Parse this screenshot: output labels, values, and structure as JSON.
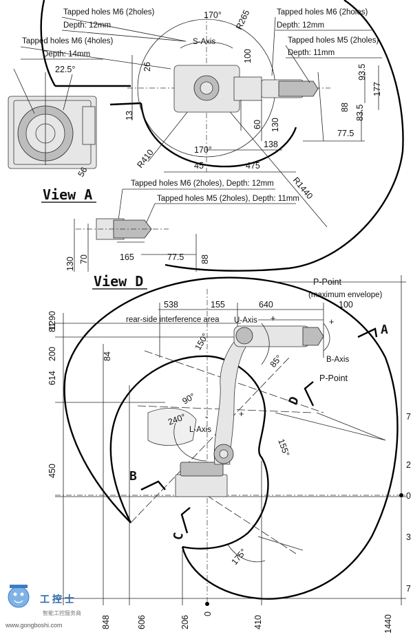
{
  "top_view": {
    "notes": {
      "tapped_m6_left": "Tapped holes M6 (2holes)",
      "depth_12_left": "Depth: 12mm",
      "tapped_m6_4": "Tapped holes M6 (4holes)",
      "depth_14": "Depth: 14mm",
      "tapped_m6_right": "Tapped holes M6 (2holes)",
      "depth_12_right": "Depth: 12mm",
      "tapped_m5_right": "Tapped holes M5 (2holes)",
      "depth_11_right": "Depth: 11mm",
      "s_axis": "S-Axis"
    },
    "dims": {
      "ang_170_top": "170°",
      "r265": "R265",
      "d100": "100",
      "ang_22_5": "22.5°",
      "d26": "26",
      "d13": "13",
      "d93_5": "93.5",
      "d177": "177",
      "d88": "88",
      "d83_5": "83.5",
      "d60": "60",
      "d130": "130",
      "d77_5": "77.5",
      "d138": "138",
      "r410": "R410",
      "ang_170_bottom": "170°",
      "d45": "45",
      "d475": "475",
      "d56": "56",
      "r1440": "R1440"
    }
  },
  "view_a": {
    "title": "View A"
  },
  "view_d": {
    "title": "View D",
    "notes": {
      "m6": "Tapped holes M6 (2holes), Depth: 12mm",
      "m5": "Tapped holes M5 (2holes), Depth: 11mm"
    },
    "dims": {
      "d130": "130",
      "d70": "70",
      "d165": "165",
      "d77_5": "77.5",
      "d88": "88"
    }
  },
  "side_view": {
    "labels": {
      "p_point": "P-Point",
      "max_envelope": "(maximum envelope)",
      "rear_interference": "rear-side interference area",
      "u_axis": "U-Axis",
      "b_axis": "B-Axis",
      "p_point_2": "P-Point",
      "l_axis": "L-Axis",
      "view_mark_a": "A",
      "view_mark_b": "B",
      "view_mark_c": "C",
      "view_mark_d": "D",
      "plus": "+",
      "minus": "-"
    },
    "dims": {
      "d538": "538",
      "d155": "155",
      "d640": "640",
      "d100": "100",
      "d81": "81",
      "d200": "200",
      "d84": "84",
      "d614": "614",
      "d450": "450",
      "d1290": "1290",
      "ang_150": "150°",
      "ang_85": "85°",
      "ang_90": "90°",
      "ang_240": "240°",
      "ang_155": "155°",
      "ang_175": "175°",
      "b848": "848",
      "b606": "606",
      "b206": "206",
      "b0": "0",
      "b410": "410",
      "b1440": "1440",
      "r7a": "7",
      "r2": "2",
      "r3": "3",
      "r7b": "7",
      "r0": "0"
    }
  },
  "watermark": {
    "title": "工  控  士",
    "subtitle": "智能工控服务商",
    "url": "www.gongboshi.com"
  }
}
